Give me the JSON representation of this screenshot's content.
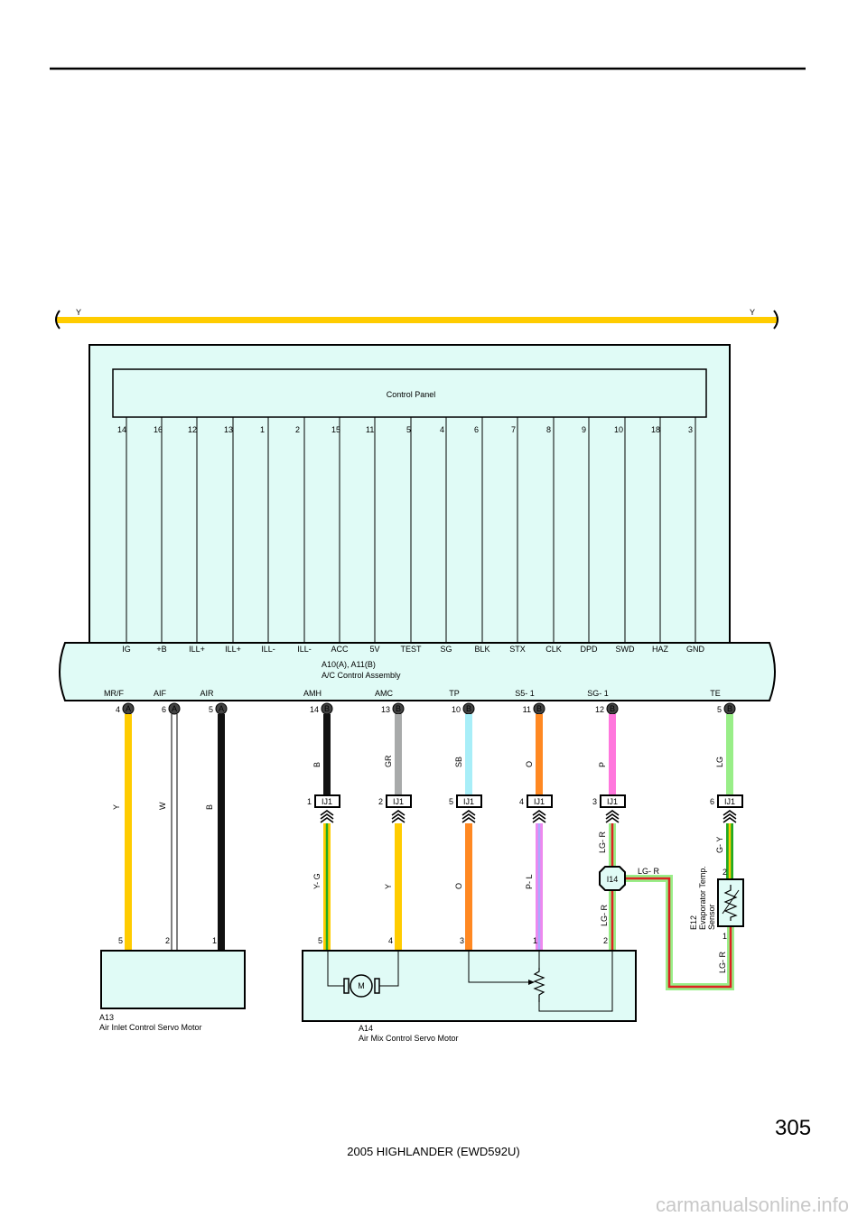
{
  "header": {},
  "bus": {
    "left_label": "Y",
    "right_label": "Y",
    "color": "#ffcc00"
  },
  "assembly": {
    "control_panel_label": "Control Panel",
    "pin_numbers": [
      "14",
      "16",
      "12",
      "13",
      "1",
      "2",
      "15",
      "11",
      "5",
      "4",
      "6",
      "7",
      "8",
      "9",
      "10",
      "18",
      "3"
    ],
    "pin_names": [
      "IG",
      "+B",
      "ILL+",
      "ILL+",
      "ILL-",
      "ILL-",
      "ACC",
      "5V",
      "TEST",
      "SG",
      "BLK",
      "STX",
      "CLK",
      "DPD",
      "SWD",
      "HAZ",
      "GND"
    ],
    "connector_label": "A10(A), A11(B)",
    "name": "A/C Control Assembly",
    "fill_color": "#e0fbf6"
  },
  "terminals": [
    {
      "name": "MR/F",
      "pin": "4",
      "conn": "A",
      "wire": "Y",
      "color": "#ffcc00",
      "bottom_pin": "5"
    },
    {
      "name": "AIF",
      "pin": "6",
      "conn": "A",
      "wire": "W",
      "color": "#ffffff",
      "bottom_pin": "2"
    },
    {
      "name": "AIR",
      "pin": "5",
      "conn": "A",
      "wire": "B",
      "color": "#111111",
      "bottom_pin": "1"
    },
    {
      "name": "AMH",
      "pin": "14",
      "conn": "B",
      "wire": "B",
      "color": "#111111",
      "ij_pin": "1",
      "lower_wire": "Y- G",
      "lower_colors": [
        "#ffcc00",
        "#22aa22"
      ],
      "bottom_pin": "5"
    },
    {
      "name": "AMC",
      "pin": "13",
      "conn": "B",
      "wire": "GR",
      "color": "#a8aaaa",
      "ij_pin": "2",
      "lower_wire": "Y",
      "lower_colors": [
        "#ffcc00"
      ],
      "bottom_pin": "4"
    },
    {
      "name": "TP",
      "pin": "10",
      "conn": "B",
      "wire": "SB",
      "color": "#a8eef8",
      "ij_pin": "5",
      "lower_wire": "O",
      "lower_colors": [
        "#ff8822"
      ],
      "bottom_pin": "3"
    },
    {
      "name": "S5- 1",
      "pin": "11",
      "conn": "B",
      "wire": "O",
      "color": "#ff8822",
      "ij_pin": "4",
      "lower_wire": "P- L",
      "lower_colors": [
        "#ee88ee",
        "#aaaaff"
      ],
      "bottom_pin": "1"
    },
    {
      "name": "SG- 1",
      "pin": "12",
      "conn": "B",
      "wire": "P",
      "color": "#ff77dd",
      "ij_pin": "3",
      "lower_wire": "LG- R",
      "lower_colors": [
        "#99ee88",
        "#dd2222"
      ],
      "bottom_pin": "2"
    },
    {
      "name": "TE",
      "pin": "5",
      "conn": "B",
      "wire": "LG",
      "color": "#99ee88",
      "ij_pin": "6",
      "lower_wire": "G- Y",
      "lower_colors": [
        "#22aa22",
        "#ffcc00"
      ]
    }
  ],
  "ij_label": "IJ1",
  "junction": {
    "label": "I14",
    "wire_right": "LG- R",
    "wire_below": "LG- R"
  },
  "sensor": {
    "code": "E12",
    "name_line1": "Evaporator Temp.",
    "name_line2": "Sensor",
    "pin_top": "2",
    "pin_bottom": "1",
    "wire_bottom": "LG- R"
  },
  "components": {
    "a13": {
      "code": "A13",
      "name": "Air Inlet Control Servo Motor"
    },
    "a14": {
      "code": "A14",
      "name": "Air Mix Control Servo Motor",
      "motor_symbol": "M"
    }
  },
  "page": {
    "number": "305",
    "footer": "2005 HIGHLANDER (EWD592U)",
    "watermark": "carmanualsonline.info"
  }
}
